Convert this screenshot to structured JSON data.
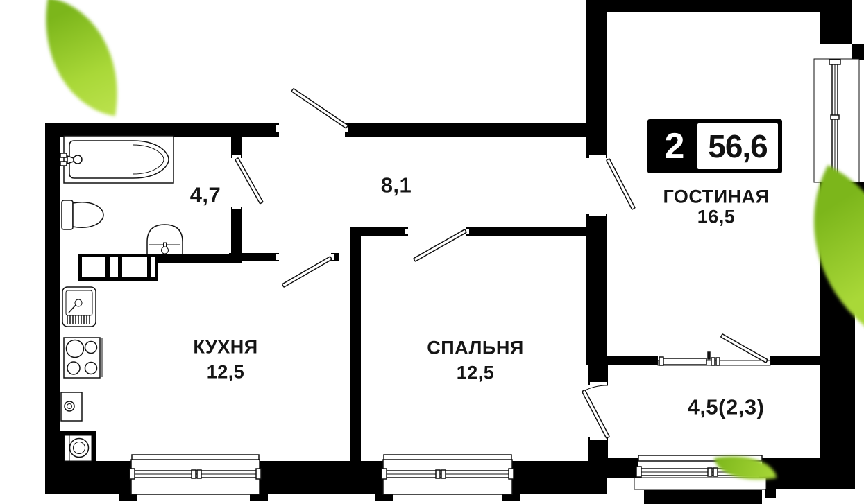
{
  "badge": {
    "rooms_count": "2",
    "total_area": "56,6"
  },
  "rooms": {
    "living": {
      "name": "ГОСТИНАЯ",
      "area": "16,5"
    },
    "kitchen": {
      "name": "КУХНЯ",
      "area": "12,5"
    },
    "bedroom": {
      "name": "СПАЛЬНЯ",
      "area": "12,5"
    },
    "bathroom": {
      "area": "4,7"
    },
    "hallway": {
      "area": "8,1"
    },
    "balcony": {
      "area": "4,5(2,3)"
    }
  },
  "colors": {
    "wall": "#000000",
    "leaf_dark": "#7cb61b",
    "leaf_light": "#a9d838"
  },
  "fixtures": [
    "bathtub",
    "toilet",
    "wash-basin",
    "kitchen-sink",
    "stove-4-burners",
    "appliance",
    "washing-machine",
    "vent-shaft"
  ]
}
